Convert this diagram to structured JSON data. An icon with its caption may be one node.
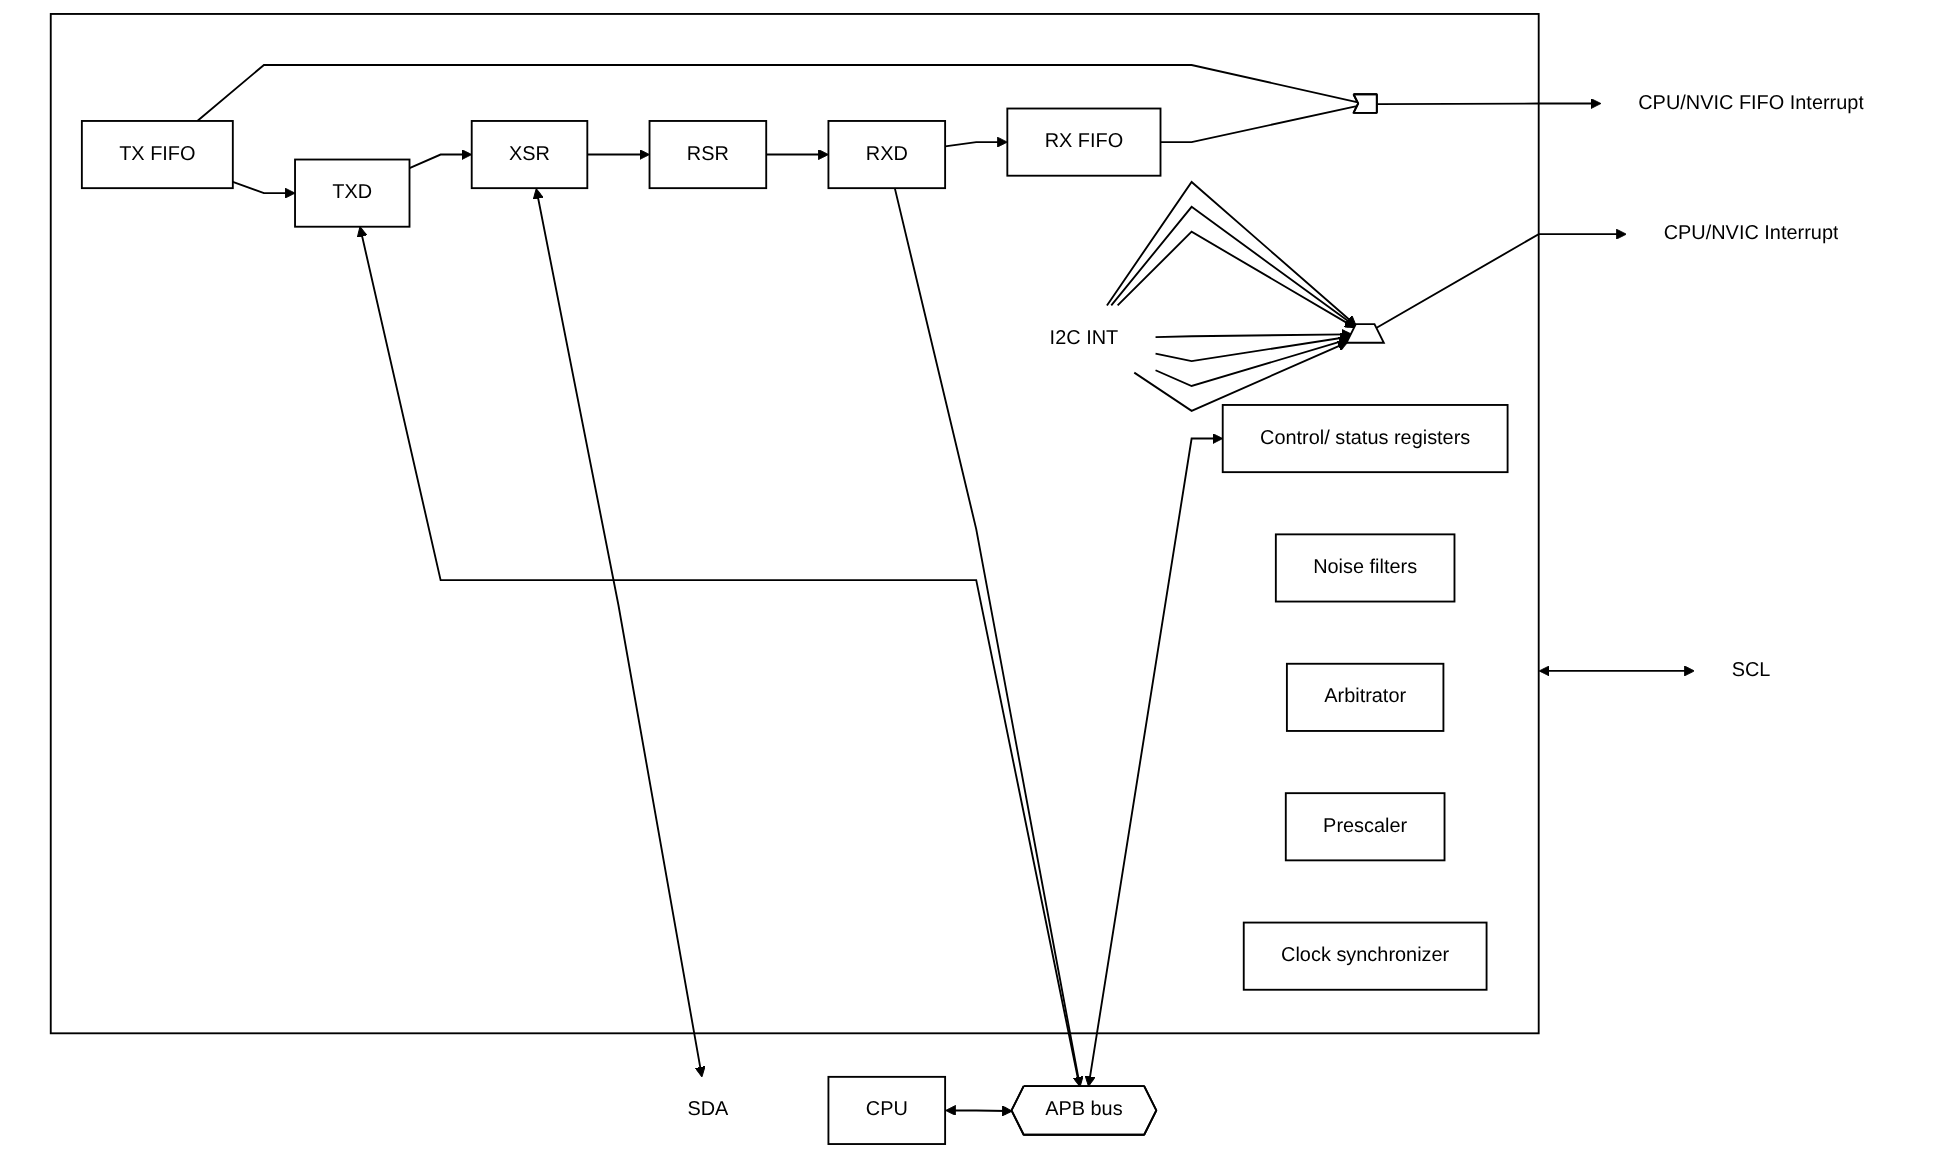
{
  "diagram": {
    "nodes": [
      {
        "text": [],
        "shape": "box"
      },
      {
        "text": [],
        "shape": "trapezoid",
        "in": 0
      },
      {
        "text": [
          "I2C INT"
        ],
        "in": 0
      },
      {
        "text": [
          "CPU/NVIC Interrupt"
        ]
      },
      {
        "text": [
          "Noise filters"
        ],
        "in": 0
      },
      {
        "text": [
          "Arbitrator"
        ],
        "in": 0
      },
      {
        "text": [
          "Prescaler"
        ],
        "in": 0
      },
      {
        "text": [
          "SCL"
        ]
      },
      {
        "text": [
          "APB bus"
        ]
      },
      {
        "text": [
          "TXD"
        ],
        "in": 0
      },
      {
        "text": [
          "XSR"
        ],
        "in": 0
      },
      {
        "text": [
          "TX FIFO"
        ],
        "in": 0
      },
      {
        "text": [
          "RX FIFO"
        ],
        "in": 0
      },
      {
        "text": [],
        "shape": "gate",
        "in": 0
      },
      {
        "text": [
          "RXD"
        ],
        "in": 0
      },
      {
        "text": [
          "RSR"
        ],
        "in": 0
      },
      {
        "text": [
          "CPU/NVIC FIFO Interrupt"
        ]
      },
      {
        "text": [
          "SDA"
        ]
      },
      {
        "text": [
          "CPU"
        ]
      },
      {
        "text": [
          "Control/ status registers"
        ],
        "in": 0
      },
      {
        "text": [
          "Clock synchronizer"
        ],
        "in": 0
      }
    ],
    "edges": [
      {
        "from": 1,
        "to": 3,
        "arrow": "to"
      },
      {
        "from": 2,
        "to": 1,
        "arrow": "to"
      },
      {
        "from": 2,
        "to": 1,
        "arrow": "to"
      },
      {
        "from": 2,
        "to": 1,
        "arrow": "to"
      },
      {
        "from": 2,
        "to": 1,
        "arrow": "to"
      },
      {
        "from": 2,
        "to": 1,
        "arrow": "to"
      },
      {
        "from": 2,
        "to": 1,
        "arrow": "to"
      },
      {
        "from": 2,
        "to": 1,
        "arrow": "to"
      },
      {
        "from": 0,
        "to": 7,
        "arrow": "both"
      },
      {
        "from": 8,
        "to": 9,
        "arrow": "to"
      },
      {
        "from": 9,
        "to": 10,
        "arrow": "to"
      },
      {
        "from": 11,
        "to": 9,
        "arrow": "to"
      },
      {
        "from": 10,
        "to": 15,
        "arrow": "to"
      },
      {
        "from": 10,
        "to": 17,
        "arrow": "both"
      },
      {
        "from": 11,
        "to": 13,
        "arrow": "none"
      },
      {
        "from": 12,
        "to": 13,
        "arrow": "none"
      },
      {
        "from": 13,
        "to": 16,
        "arrow": "to"
      },
      {
        "from": 15,
        "to": 14,
        "arrow": "to"
      },
      {
        "from": 14,
        "to": 12,
        "arrow": "to"
      },
      {
        "from": 14,
        "to": 8,
        "arrow": "to"
      },
      {
        "from": 18,
        "to": 8,
        "arrow": "both"
      },
      {
        "from": 8,
        "to": 19,
        "arrow": "both"
      }
    ]
  }
}
